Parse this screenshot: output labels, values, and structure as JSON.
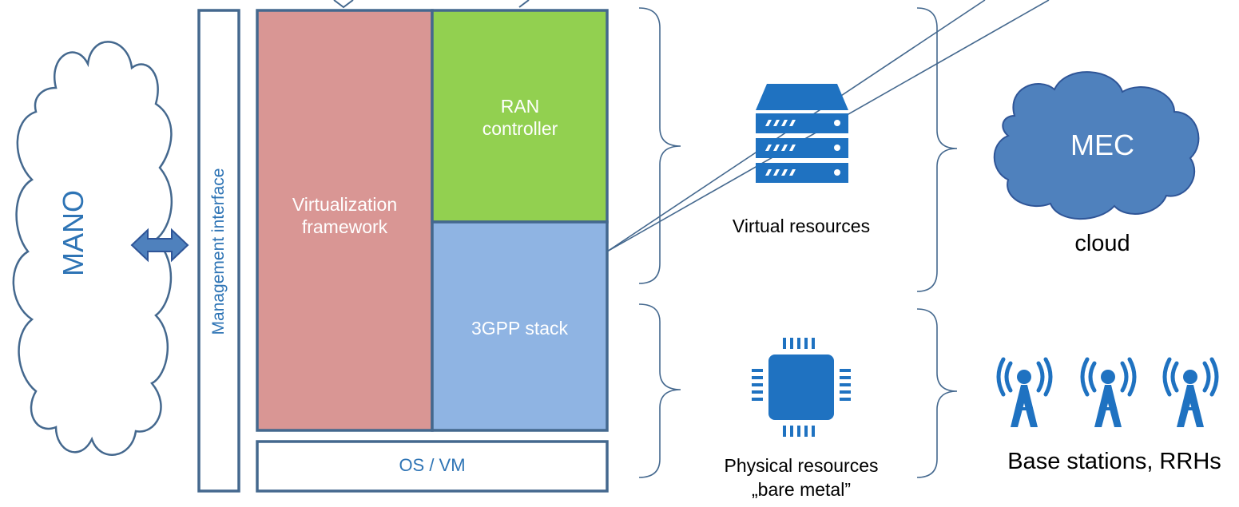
{
  "colors": {
    "outline": "#44688e",
    "virtualization": "#d99694",
    "ran": "#92d050",
    "stack": "#8fb4e3",
    "blue_text": "#2e74b5",
    "icon_blue": "#1f72c1",
    "mec_cloud": "#4f81bd"
  },
  "mano": {
    "label": "MANO"
  },
  "management": {
    "label": "Management interface"
  },
  "blocks": {
    "virtualization": "Virtualization framework",
    "ran_controller": "RAN controller",
    "stack": "3GPP stack",
    "os": "OS / VM"
  },
  "resources": {
    "virtual": "Virtual resources",
    "physical_line1": "Physical resources",
    "physical_line2": "„bare metal”"
  },
  "right": {
    "mec": "MEC",
    "cloud": "cloud",
    "base_stations": "Base stations, RRHs"
  },
  "icons": {
    "server": "server-stack-icon",
    "chip": "cpu-chip-icon",
    "antenna": "radio-tower-icon"
  }
}
